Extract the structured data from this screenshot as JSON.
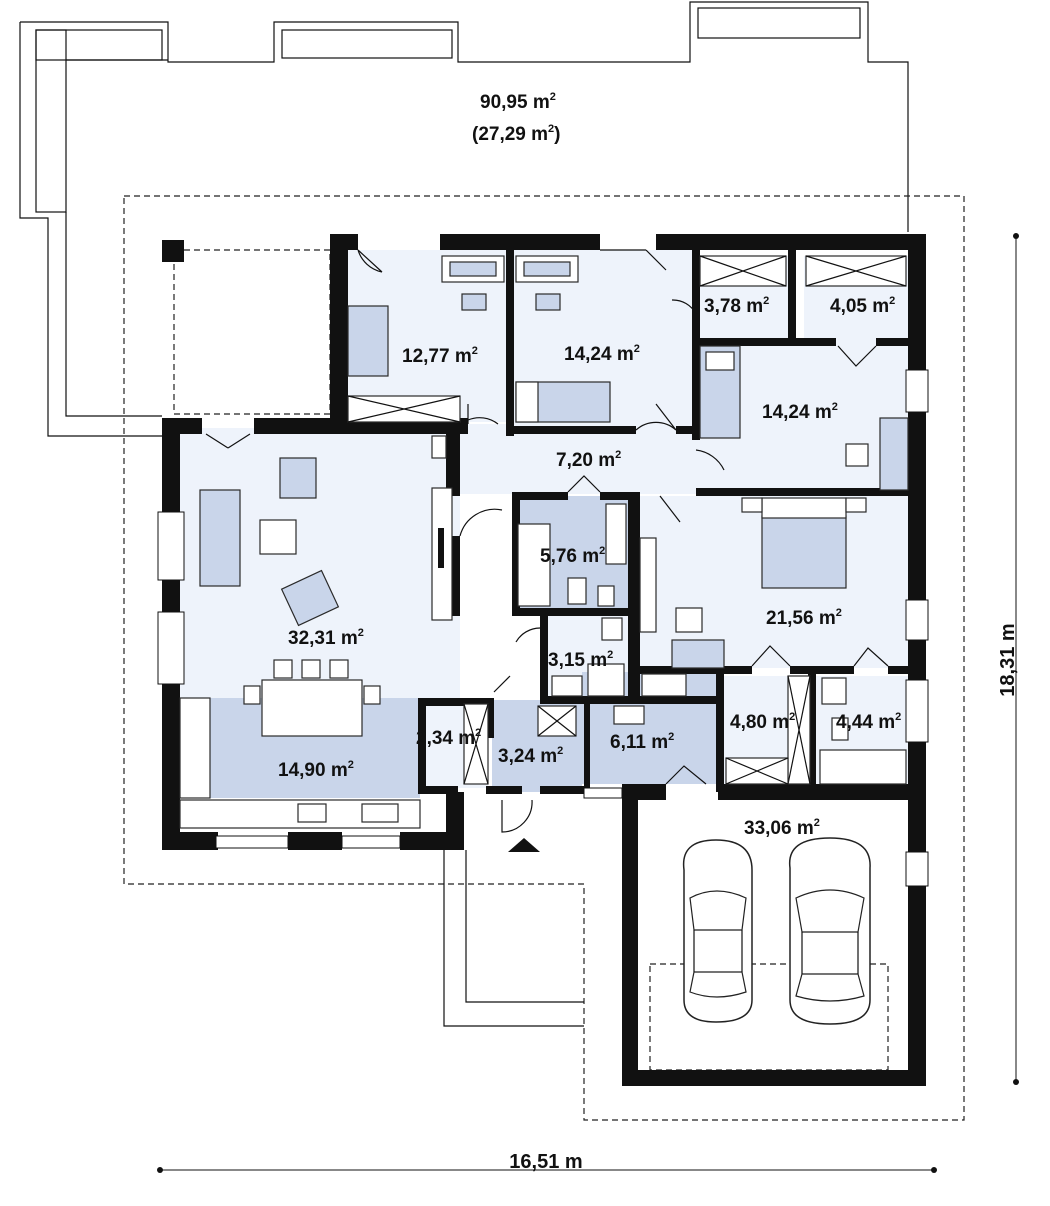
{
  "colors": {
    "wall": "#111111",
    "room_fill": "#eef3fb",
    "kitchen_fill": "#c9d5ea",
    "furniture_fill": "#c9d5ea"
  },
  "terrace": {
    "area": "90,95 m",
    "sup": "2",
    "sub_area": "(27,29 m",
    "sub_sup": "2",
    "sub_close": ")"
  },
  "rooms": [
    {
      "area": "12,77 m",
      "sup": "2"
    },
    {
      "area": "14,24 m",
      "sup": "2"
    },
    {
      "area": "3,78 m",
      "sup": "2"
    },
    {
      "area": "4,05 m",
      "sup": "2"
    },
    {
      "area": "14,24 m",
      "sup": "2"
    },
    {
      "area": "7,20 m",
      "sup": "2"
    },
    {
      "area": "5,76 m",
      "sup": "2"
    },
    {
      "area": "32,31 m",
      "sup": "2"
    },
    {
      "area": "21,56 m",
      "sup": "2"
    },
    {
      "area": "3,15 m",
      "sup": "2"
    },
    {
      "area": "2,34 m",
      "sup": "2"
    },
    {
      "area": "3,24 m",
      "sup": "2"
    },
    {
      "area": "6,11 m",
      "sup": "2"
    },
    {
      "area": "4,80 m",
      "sup": "2"
    },
    {
      "area": "4,44 m",
      "sup": "2"
    },
    {
      "area": "14,90 m",
      "sup": "2"
    },
    {
      "area": "33,06 m",
      "sup": "2"
    }
  ],
  "dimensions": {
    "width": "16,51 m",
    "height": "18,31 m"
  },
  "icons": [
    "entrance-arrow-icon",
    "car-icon"
  ]
}
